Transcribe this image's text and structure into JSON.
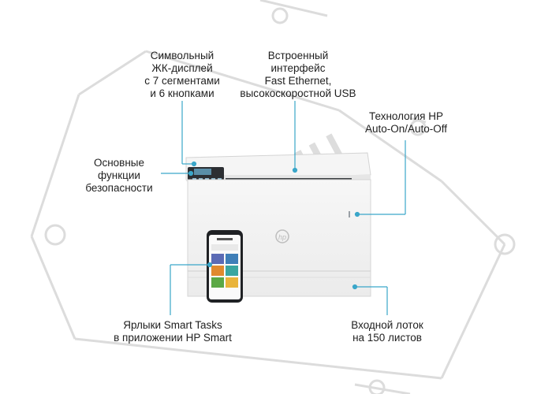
{
  "callouts": {
    "lcd": [
      "Символьный",
      "ЖК-дисплей",
      "с 7 сегментами",
      "и 6 кнопками"
    ],
    "network": [
      "Встроенный",
      "интерфейс",
      "Fast  Ethernet,",
      "высокоскоростной USB"
    ],
    "autooff": [
      "Технология HP",
      "Auto-On/Auto-Off"
    ],
    "security": [
      "Основные",
      "функции",
      "безопасности"
    ],
    "smart": [
      "Ярлыки Smart Tasks",
      "в приложении HP Smart"
    ],
    "tray": [
      "Входной лоток",
      "на 150 листов"
    ]
  },
  "watermark_text": "КИЦ",
  "colors": {
    "callout_line": "#3aa6c9",
    "printer_body": "#f2f2f2",
    "watermark": "#d9d9d9"
  },
  "icons": [
    "hp-logo-icon",
    "power-led-icon"
  ]
}
